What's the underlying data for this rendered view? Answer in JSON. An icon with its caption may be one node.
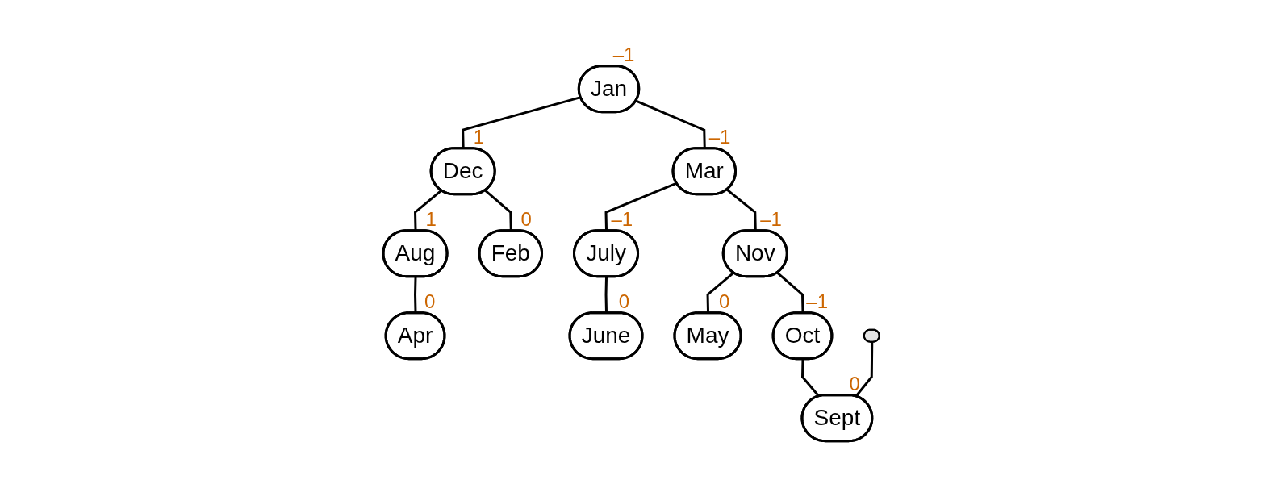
{
  "diagram": {
    "nodes": [
      {
        "text": [
          "Jan"
        ],
        "beside": [
          "–1"
        ]
      },
      {
        "text": [
          "Dec"
        ],
        "beside": [
          "1"
        ]
      },
      {
        "text": [
          "Mar"
        ],
        "beside": [
          "–1"
        ]
      },
      {
        "text": [
          "Aug"
        ],
        "beside": [
          "1"
        ]
      },
      {
        "text": [
          "Feb"
        ],
        "beside": [
          "0"
        ]
      },
      {
        "text": [
          "July"
        ],
        "beside": [
          "–1"
        ]
      },
      {
        "text": [
          "Nov"
        ],
        "beside": [
          "–1"
        ]
      },
      {
        "text": [
          "Apr"
        ],
        "beside": [
          "0"
        ]
      },
      {
        "text": [
          "June"
        ],
        "beside": [
          "0"
        ]
      },
      {
        "text": [
          "May"
        ],
        "beside": [
          "0"
        ]
      },
      {
        "text": [
          "Oct"
        ],
        "beside": [
          "–1"
        ]
      },
      {
        "text": [
          "Sept"
        ],
        "beside": [
          "0"
        ]
      },
      {
        "text": [],
        "shape": "bubble"
      }
    ],
    "edges": [
      {
        "from": 0,
        "to": 1,
        "arrow": "none"
      },
      {
        "from": 0,
        "to": 2,
        "arrow": "none"
      },
      {
        "from": 1,
        "to": 3,
        "arrow": "none"
      },
      {
        "from": 1,
        "to": 4,
        "arrow": "none"
      },
      {
        "from": 2,
        "to": 5,
        "arrow": "none"
      },
      {
        "from": 2,
        "to": 6,
        "arrow": "none"
      },
      {
        "from": 3,
        "to": 7,
        "arrow": "none"
      },
      {
        "from": 5,
        "to": 8,
        "arrow": "none"
      },
      {
        "from": 6,
        "to": 9,
        "arrow": "none"
      },
      {
        "from": 6,
        "to": 10,
        "arrow": "none"
      },
      {
        "from": 10,
        "to": 11,
        "arrow": "none"
      },
      {
        "from": 12,
        "to": 11,
        "arrow": "none"
      }
    ]
  }
}
